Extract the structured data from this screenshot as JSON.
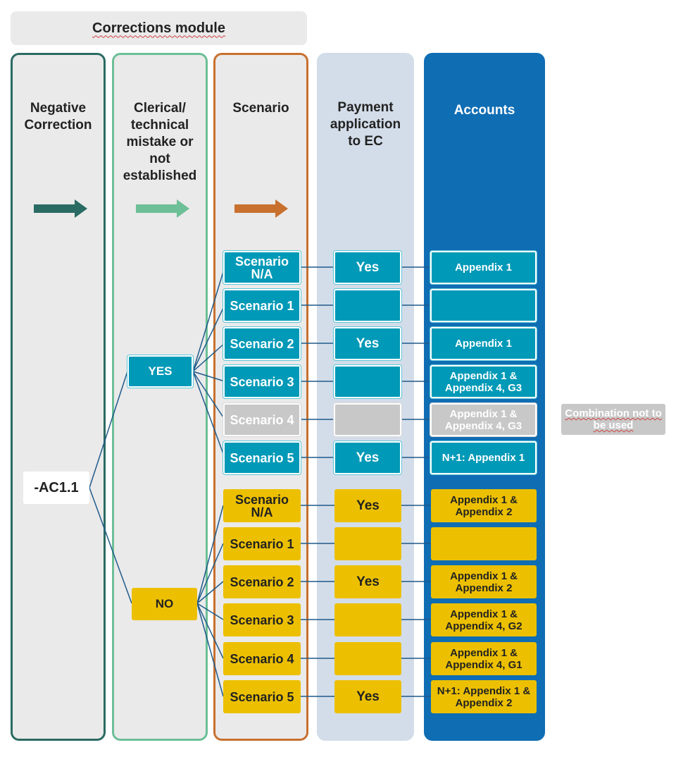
{
  "title": "Corrections module",
  "columns": {
    "negative": "Negative Correction",
    "clerical": "Clerical/ technical mistake or not established",
    "scenario": "Scenario",
    "payment": "Payment application to EC",
    "accounts": "Accounts"
  },
  "root": "-AC1.1",
  "yes_label": "YES",
  "no_label": "NO",
  "yes_rows": [
    {
      "scenario": "Scenario N/A",
      "payment": "Yes",
      "accounts": "Appendix 1",
      "style": "teal"
    },
    {
      "scenario": "Scenario 1",
      "payment": "",
      "accounts": "",
      "style": "teal"
    },
    {
      "scenario": "Scenario 2",
      "payment": "Yes",
      "accounts": "Appendix 1",
      "style": "teal"
    },
    {
      "scenario": "Scenario 3",
      "payment": "",
      "accounts": "Appendix 1 & Appendix 4, G3",
      "style": "teal"
    },
    {
      "scenario": "Scenario 4",
      "payment": "",
      "accounts": "Appendix 1 & Appendix 4, G3",
      "style": "grey"
    },
    {
      "scenario": "Scenario 5",
      "payment": "Yes",
      "accounts": "N+1: Appendix 1",
      "style": "teal"
    }
  ],
  "no_rows": [
    {
      "scenario": "Scenario N/A",
      "payment": "Yes",
      "accounts": "Appendix 1 & Appendix 2",
      "style": "gold"
    },
    {
      "scenario": "Scenario 1",
      "payment": "",
      "accounts": "",
      "style": "gold"
    },
    {
      "scenario": "Scenario 2",
      "payment": "Yes",
      "accounts": "Appendix 1 & Appendix 2",
      "style": "gold"
    },
    {
      "scenario": "Scenario 3",
      "payment": "",
      "accounts": "Appendix 1 & Appendix 4, G2",
      "style": "gold"
    },
    {
      "scenario": "Scenario 4",
      "payment": "",
      "accounts": "Appendix 1 & Appendix 4, G1",
      "style": "gold"
    },
    {
      "scenario": "Scenario 5",
      "payment": "Yes",
      "accounts": "N+1: Appendix 1 & Appendix 2",
      "style": "gold"
    }
  ],
  "note": "Combination not to be used",
  "colors": {
    "negative_border": "#2a6b63",
    "clerical_border": "#6cbf96",
    "scenario_border": "#c8702e",
    "payment_bg": "#d3dde9",
    "accounts_bg": "#0f6db4",
    "teal": "#0099b7",
    "gold": "#ecc000",
    "grey": "#c8c8c8",
    "line": "#1f5a8a"
  }
}
